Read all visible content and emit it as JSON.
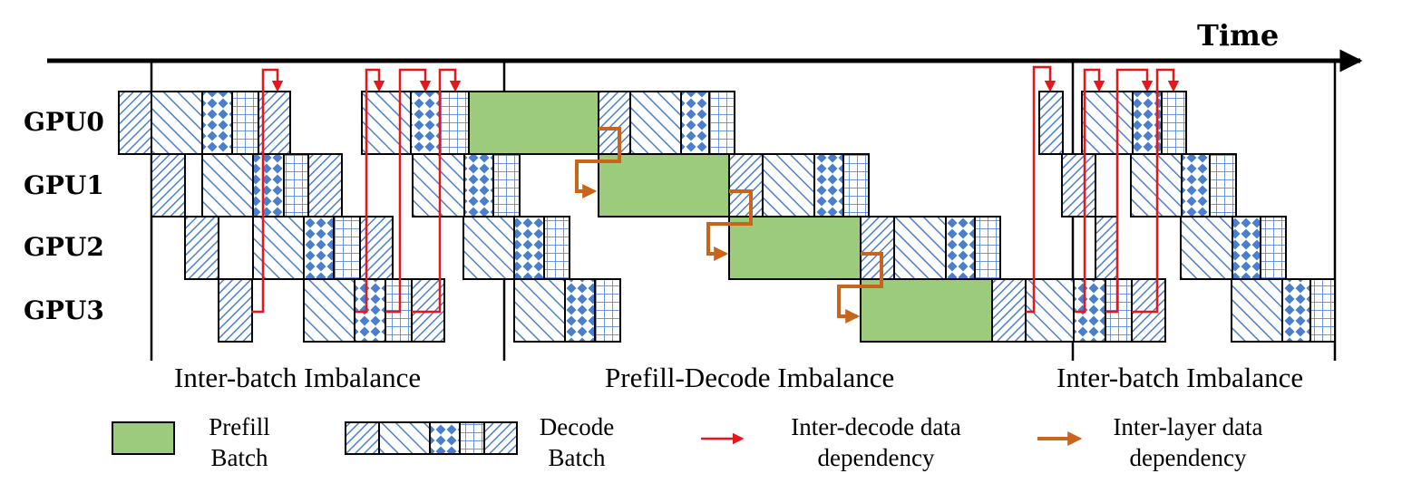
{
  "axis": {
    "label": "Time"
  },
  "rows": [
    "GPU0",
    "GPU1",
    "GPU2",
    "GPU3"
  ],
  "sections": [
    "Inter-batch Imbalance",
    "Prefill-Decode Imbalance",
    "Inter-batch Imbalance"
  ],
  "legend": {
    "prefill": [
      "Prefill",
      "Batch"
    ],
    "decode": [
      "Decode",
      "Batch"
    ],
    "inter_decode": [
      "Inter-decode data",
      "dependency"
    ],
    "inter_layer": [
      "Inter-layer data",
      "dependency"
    ]
  },
  "colors": {
    "prefill": "#9ccb7c",
    "pattern": "#4a7fd0",
    "inter_decode_arrow": "#e8161b",
    "inter_layer_arrow": "#c9651a"
  }
}
